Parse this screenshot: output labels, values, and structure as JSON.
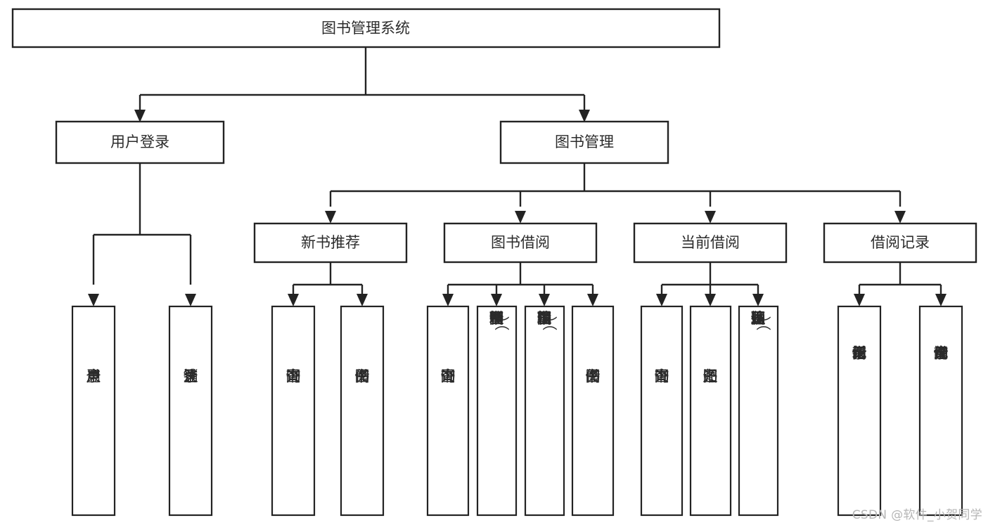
{
  "diagram": {
    "type": "tree",
    "title": "图书管理系统",
    "orientation": "top-down",
    "colors": {
      "background": "#ffffff",
      "box_fill": "#ffffff",
      "stroke": "#232323",
      "text": "#2b2b2b",
      "watermark": "#b6b6b6"
    },
    "root": {
      "label": "图书管理系统"
    },
    "level2": [
      {
        "id": "user-login",
        "label": "用户登录"
      },
      {
        "id": "book-manage",
        "label": "图书管理"
      }
    ],
    "level3": [
      {
        "id": "new-book-recommend",
        "label": "新书推荐",
        "parent": "book-manage"
      },
      {
        "id": "book-borrow",
        "label": "图书借阅",
        "parent": "book-manage"
      },
      {
        "id": "current-borrow",
        "label": "当前借阅",
        "parent": "book-manage"
      },
      {
        "id": "borrow-record",
        "label": "借阅记录",
        "parent": "book-manage"
      }
    ],
    "leaves": [
      {
        "id": "leaf-user-login",
        "label": "用户登录",
        "parent": "user-login"
      },
      {
        "id": "leaf-logout",
        "label": "注销登录",
        "parent": "user-login"
      },
      {
        "id": "leaf-query-book-1",
        "label": "查询图书",
        "parent": "new-book-recommend"
      },
      {
        "id": "leaf-borrow-book-1",
        "label": "借阅图书",
        "parent": "new-book-recommend"
      },
      {
        "id": "leaf-query-book-2",
        "label": "查询图书",
        "parent": "book-borrow"
      },
      {
        "id": "leaf-add-book",
        "label": "新增图书（管理员）",
        "parent": "book-borrow"
      },
      {
        "id": "leaf-edit-book",
        "label": "编辑图书（管理员）",
        "parent": "book-borrow"
      },
      {
        "id": "leaf-borrow-book-2",
        "label": "借阅图书",
        "parent": "book-borrow"
      },
      {
        "id": "leaf-query-book-3",
        "label": "查询图书",
        "parent": "current-borrow"
      },
      {
        "id": "leaf-return-book",
        "label": "归还图书",
        "parent": "current-borrow"
      },
      {
        "id": "leaf-confirm-return",
        "label": "确认归还（管理员）",
        "parent": "current-borrow"
      },
      {
        "id": "leaf-add-record",
        "label": "新增借阅记录",
        "parent": "borrow-record"
      },
      {
        "id": "leaf-query-record",
        "label": "查询借阅记录",
        "parent": "borrow-record"
      }
    ]
  },
  "watermark": {
    "text": "CSDN @软件_小贺同学"
  }
}
